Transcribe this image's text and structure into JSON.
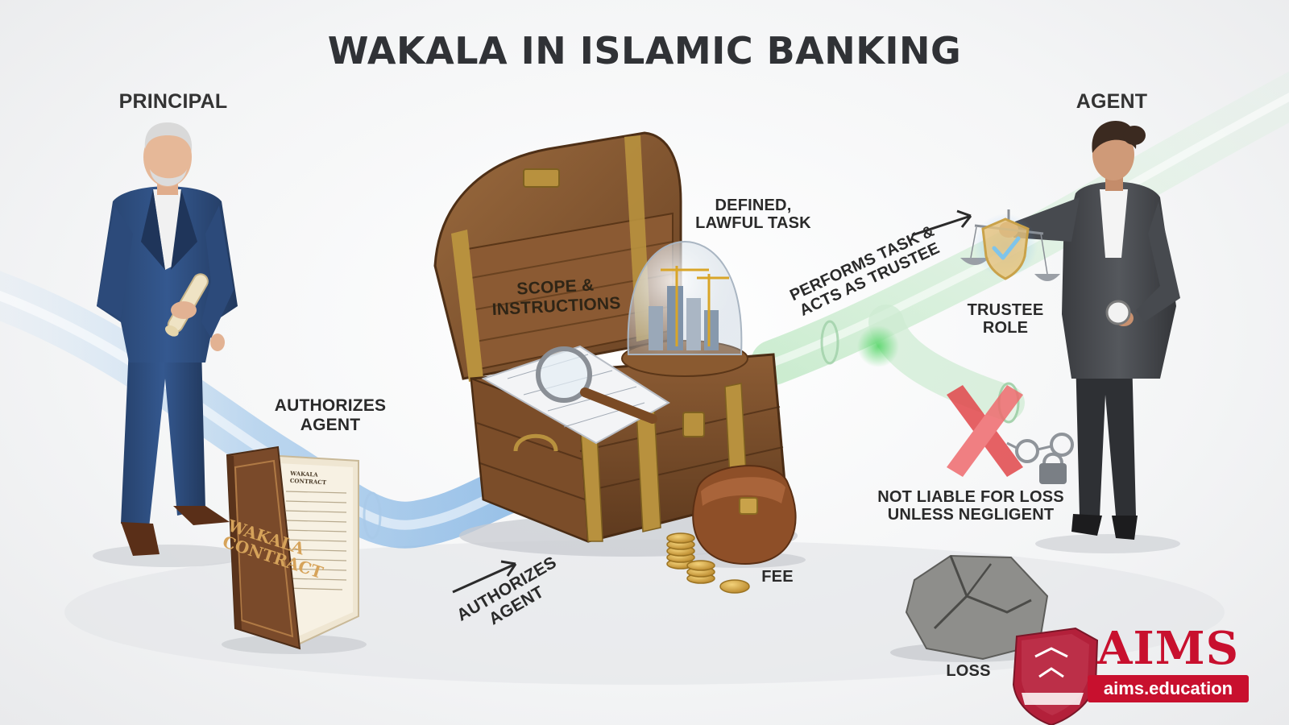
{
  "title": "WAKALA IN ISLAMIC BANKING",
  "roles": {
    "principal": "PRINCIPAL",
    "agent": "AGENT"
  },
  "labels": {
    "authorizes_agent_left": [
      "AUTHORIZES",
      "AGENT"
    ],
    "authorizes_agent_arrow": [
      "AUTHORIZES",
      "AGENT"
    ],
    "scope": [
      "SCOPE &",
      "INSTRUCTIONS"
    ],
    "defined_task": [
      "DEFINED,",
      "LAWFUL TASK"
    ],
    "performs_task": [
      "PERFORMS TASK &",
      "ACTS AS TRUSTEE"
    ],
    "trustee_role": [
      "TRUSTEE",
      "ROLE"
    ],
    "not_liable": [
      "NOT LIABLE FOR LOSS",
      "UNLESS NEGLIGENT"
    ],
    "fee": "FEE",
    "loss": "LOSS"
  },
  "book": {
    "cover": [
      "WAKALA",
      "CONTRACT"
    ],
    "page_header": "WAKALA CONTRACT"
  },
  "logo": {
    "name": "AIMS",
    "url": "aims.education"
  },
  "colors": {
    "tube_blue": "#9fc6ea",
    "tube_green": "#8fd69a",
    "wood": "#7a4e2c",
    "brass": "#b8913e",
    "brand_red": "#c8102e"
  }
}
